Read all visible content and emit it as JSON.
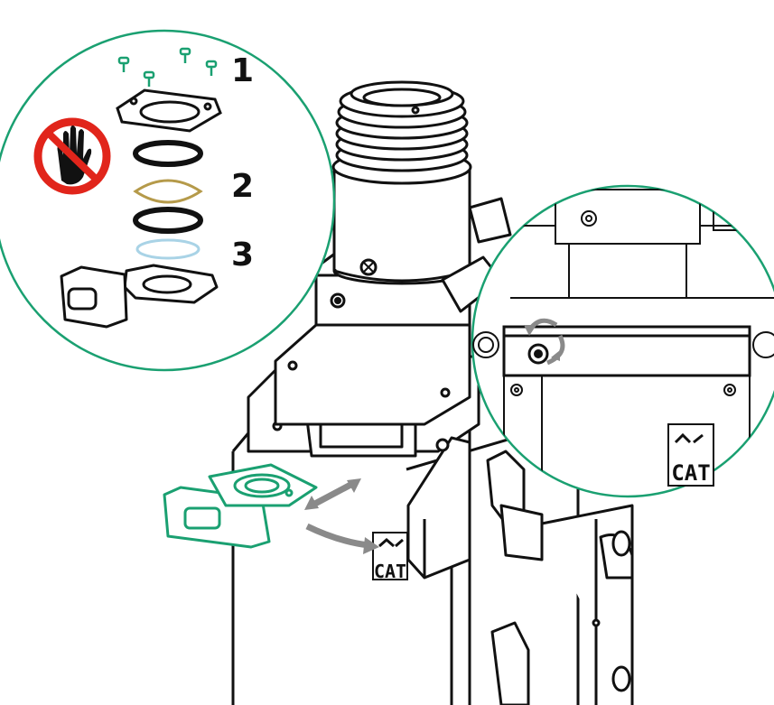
{
  "colors": {
    "callout_border": "#1aa071",
    "highlight_green": "#1aa071",
    "line": "#111111",
    "arrow_gray": "#8a8a8a",
    "lens_gold": "#b59a4a",
    "window_blue": "#a9d3e6",
    "prohibit_red": "#e1251b"
  },
  "steps": [
    {
      "label": "1",
      "part": "cover-plate-with-screws"
    },
    {
      "label": "2",
      "part": "lens"
    },
    {
      "label": "3",
      "part": "protective-window"
    }
  ],
  "logo": {
    "text": "CAT"
  },
  "icons": [
    "no-touch-hand-icon",
    "rotate-arrow-icon",
    "double-arrow-icon",
    "curved-arrow-icon",
    "screw-icon"
  ]
}
